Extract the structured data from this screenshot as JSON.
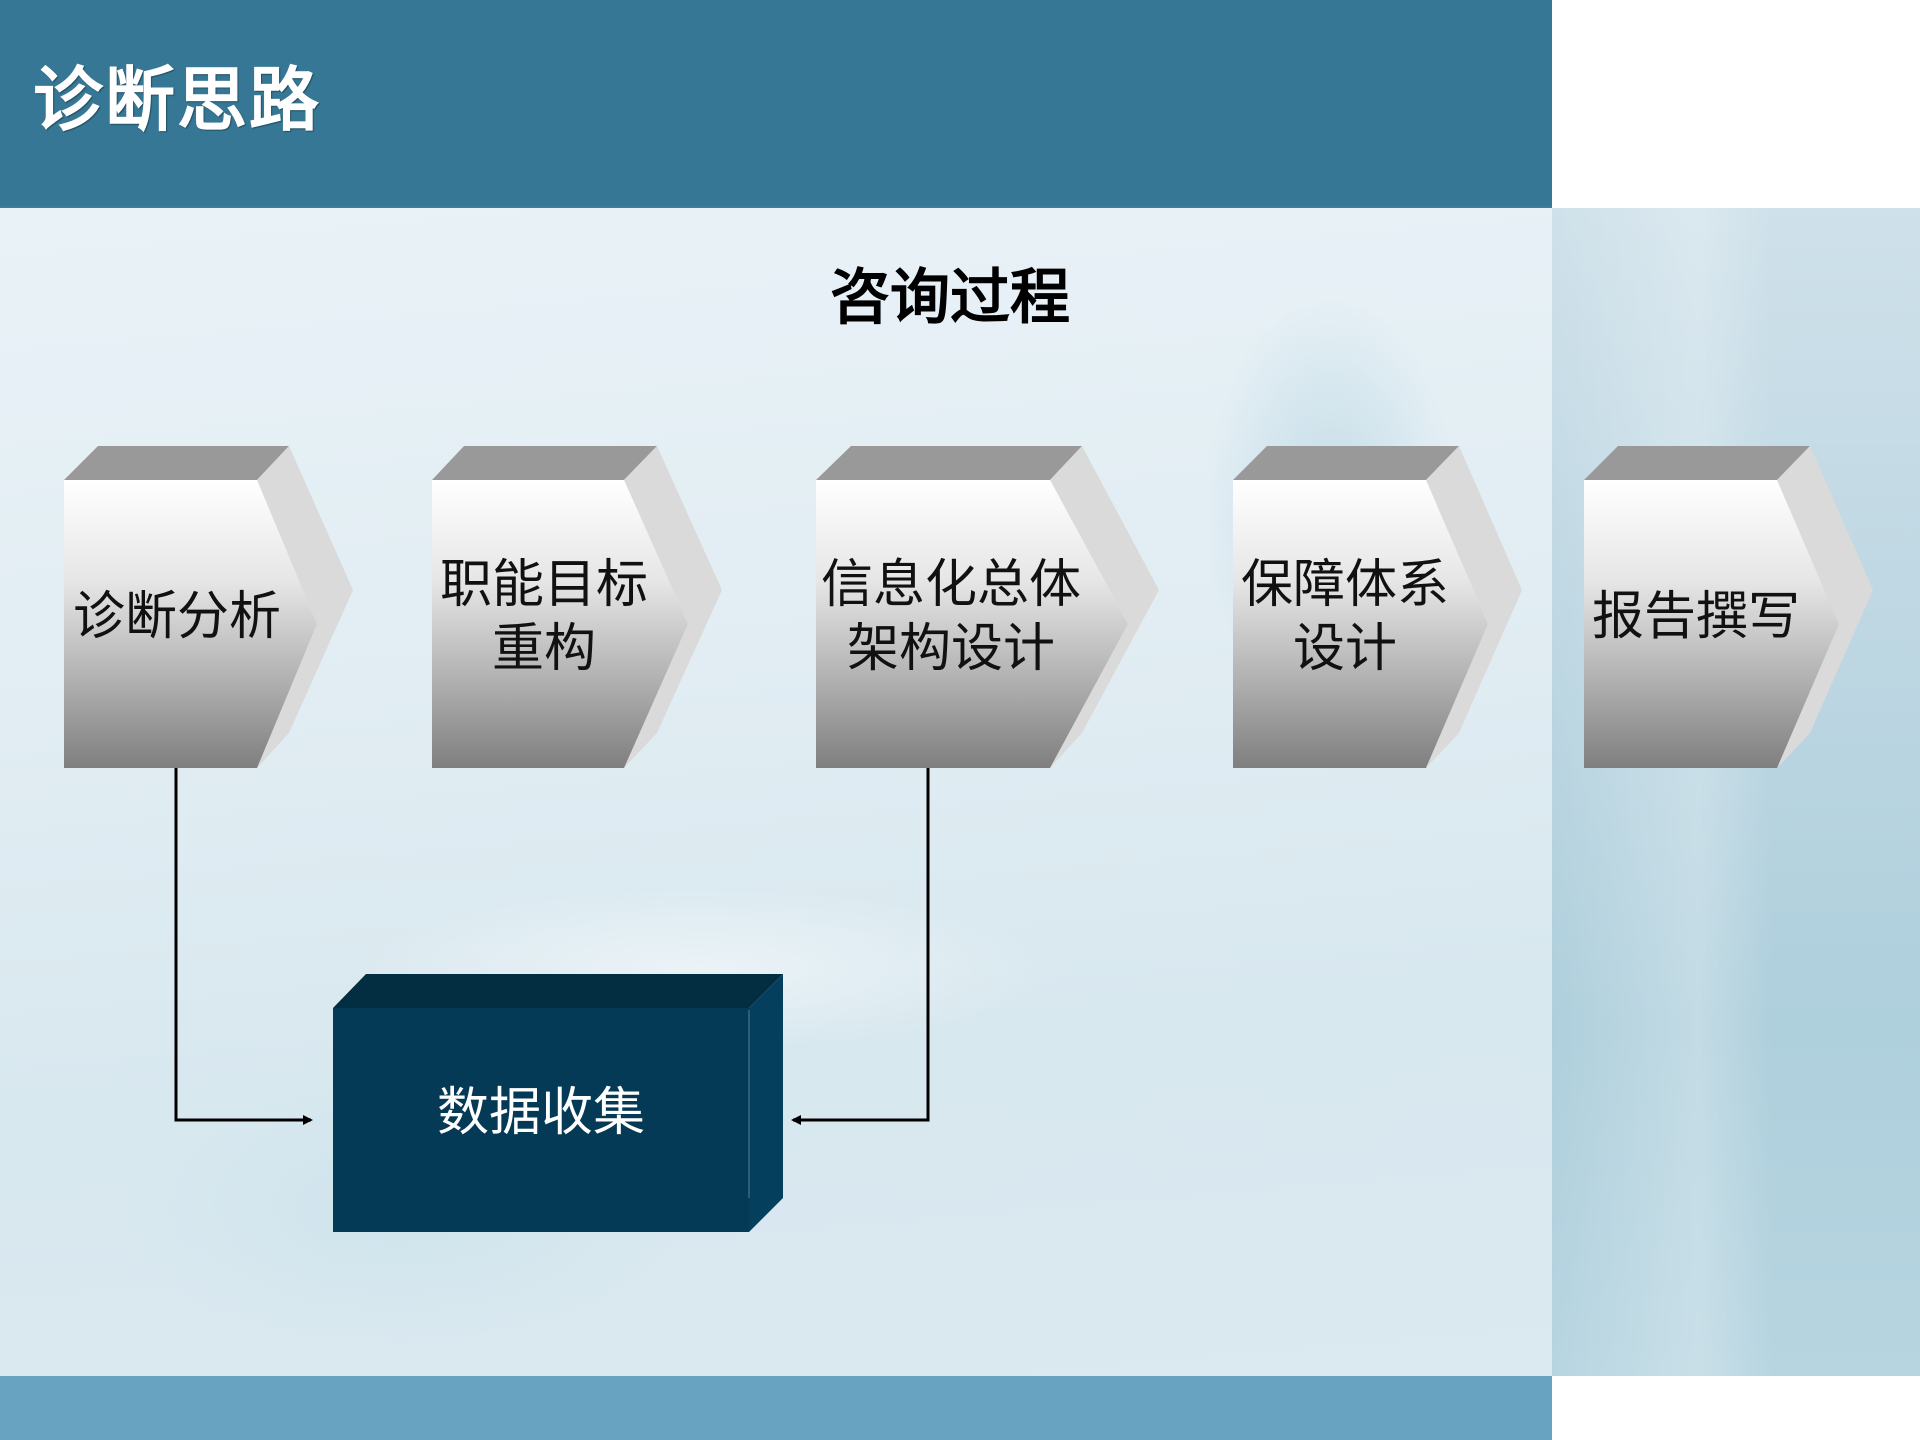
{
  "header": {
    "title": "诊断思路",
    "background_color": "#357794"
  },
  "diagram": {
    "title": "咨询过程",
    "steps": [
      {
        "label": "诊断分析"
      },
      {
        "label": "职能目标\n重构"
      },
      {
        "label": "信息化总体\n架构设计"
      },
      {
        "label": "保障体系\n设计"
      },
      {
        "label": "报告撰写"
      }
    ],
    "data_node": {
      "label": "数据收集",
      "front_color": "#043a55",
      "top_color": "#032d40",
      "side_color": "#04405e"
    },
    "connectors": [
      {
        "from": "诊断分析",
        "to": "数据收集",
        "arrow": "right"
      },
      {
        "from": "信息化总体架构设计",
        "to": "数据收集",
        "arrow": "left"
      }
    ],
    "step_colors": {
      "front_top": "#ffffff",
      "front_bottom": "#7f7f7f",
      "top_face": "#999999",
      "side_face": "#dadada"
    }
  },
  "footer": {
    "color": "#68a3c1"
  }
}
